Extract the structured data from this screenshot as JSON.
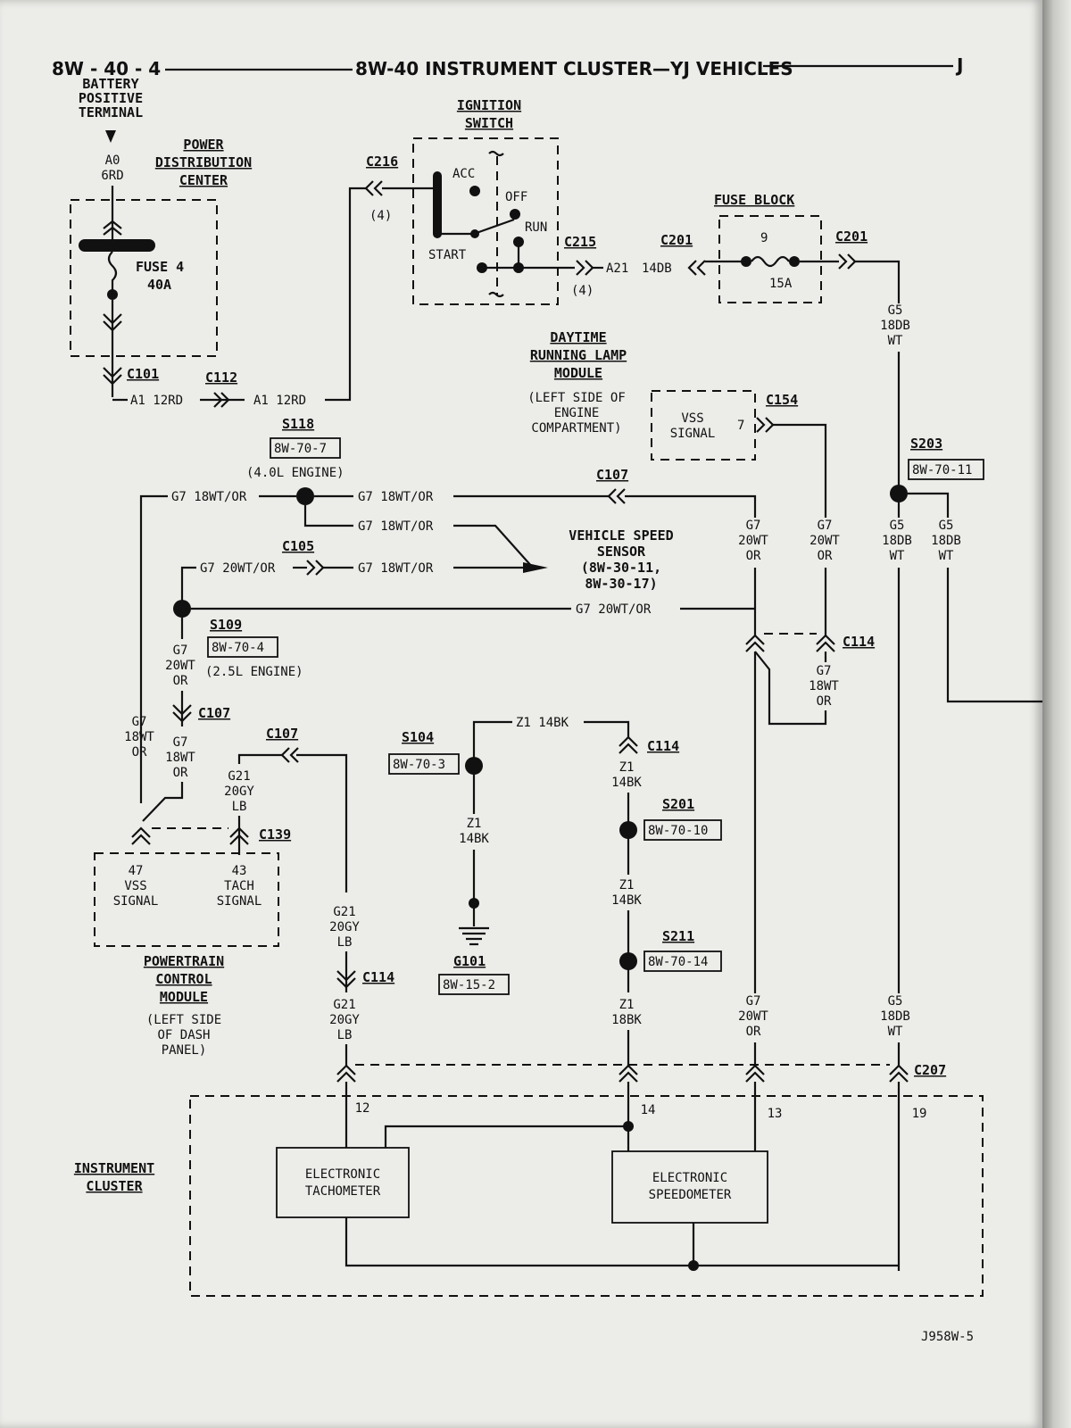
{
  "header": {
    "page_ref": "8W - 40 - 4",
    "title": "8W-40 INSTRUMENT CLUSTER—YJ VEHICLES",
    "section_letter": "J"
  },
  "footer": {
    "figure_id": "J958W-5"
  },
  "battery": {
    "label_lines": [
      "BATTERY",
      "POSITIVE",
      "TERMINAL"
    ],
    "wire_lines": [
      "A0",
      "6RD"
    ]
  },
  "pdc": {
    "label_lines": [
      "POWER",
      "DISTRIBUTION",
      "CENTER"
    ],
    "fuse_lines": [
      "FUSE 4",
      "40A"
    ]
  },
  "ignition": {
    "label_lines": [
      "IGNITION",
      "SWITCH"
    ],
    "positions": {
      "acc": "ACC",
      "off": "OFF",
      "run": "RUN",
      "start": "START"
    }
  },
  "fuse_block": {
    "label": "FUSE BLOCK",
    "fuse_number": "9",
    "fuse_rating": "15A"
  },
  "drl": {
    "label_lines": [
      "DAYTIME",
      "RUNNING LAMP",
      "MODULE"
    ],
    "location_lines": [
      "(LEFT SIDE OF",
      "ENGINE",
      "COMPARTMENT)"
    ],
    "signal_lines": [
      "VSS",
      "SIGNAL"
    ],
    "pin": "7"
  },
  "vss": {
    "label_lines": [
      "VEHICLE SPEED",
      "SENSOR",
      "(8W-30-11,",
      "8W-30-17)"
    ]
  },
  "pcm": {
    "label_lines": [
      "POWERTRAIN",
      "CONTROL",
      "MODULE"
    ],
    "location_lines": [
      "(LEFT SIDE",
      "OF DASH",
      "PANEL)"
    ],
    "pin_vss": "47",
    "vss_lines": [
      "VSS",
      "SIGNAL"
    ],
    "pin_tach": "43",
    "tach_lines": [
      "TACH",
      "SIGNAL"
    ]
  },
  "cluster": {
    "label_lines": [
      "INSTRUMENT",
      "CLUSTER"
    ],
    "tach_lines": [
      "ELECTRONIC",
      "TACHOMETER"
    ],
    "speedo_lines": [
      "ELECTRONIC",
      "SPEEDOMETER"
    ],
    "pins": [
      "12",
      "14",
      "13",
      "19"
    ]
  },
  "ground": {
    "label": "G101",
    "ref": "8W-15-2"
  },
  "connectors": {
    "c101": "C101",
    "c112": "C112",
    "c216": "C216",
    "c216_cav": "(4)",
    "c215": "C215",
    "c215_cav": "(4)",
    "c201a": "C201",
    "c201b": "C201",
    "c154": "C154",
    "c107a": "C107",
    "c107b": "C107",
    "c107c": "C107",
    "c105": "C105",
    "c114a": "C114",
    "c114b": "C114",
    "c114c": "C114",
    "c139": "C139",
    "c207": "C207"
  },
  "splices": {
    "s118": "S118",
    "s118_ref": "8W-70-7",
    "s118_note": "(4.0L ENGINE)",
    "s109": "S109",
    "s109_ref": "8W-70-4",
    "s109_note": "(2.5L ENGINE)",
    "s203": "S203",
    "s203_ref": "8W-70-11",
    "s104": "S104",
    "s104_ref": "8W-70-3",
    "s201": "S201",
    "s201_ref": "8W-70-10",
    "s211": "S211",
    "s211_ref": "8W-70-14"
  },
  "wires": {
    "a1_left": "A1 12RD",
    "a1_right": "A1 12RD",
    "a21": "A21",
    "a21_gauge": "14DB",
    "g5_lines": [
      "G5",
      "18DB",
      "WT"
    ],
    "g7_18": "G7 18WT/OR",
    "g7_20": "G7 20WT/OR",
    "g7_18_lines": [
      "G7",
      "18WT",
      "OR"
    ],
    "g7_20_lines": [
      "G7",
      "20WT",
      "OR"
    ],
    "g21_lines": [
      "G21",
      "20GY",
      "LB"
    ],
    "z1_14": "Z1 14BK",
    "z1_14_lines": [
      "Z1",
      "14BK"
    ],
    "z1_18_lines": [
      "Z1",
      "18BK"
    ]
  }
}
